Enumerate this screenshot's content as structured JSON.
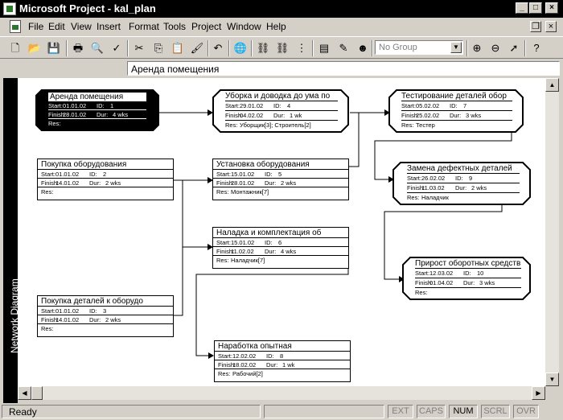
{
  "window": {
    "title": "Microsoft Project - kal_plan"
  },
  "menu": [
    "File",
    "Edit",
    "View",
    "Insert",
    "Format",
    "Tools",
    "Project",
    "Window",
    "Help"
  ],
  "toolbar": {
    "group_value": "No Group"
  },
  "entry_bar": {
    "value": "Аренда помещения"
  },
  "view_bar": {
    "label": "Network Diagram"
  },
  "labels": {
    "start": "Start:",
    "finish": "Finish:",
    "id": "ID:",
    "dur": "Dur:",
    "res": "Res:"
  },
  "tasks": [
    {
      "name": "Аренда помещения",
      "start": "01.01.02",
      "id": "1",
      "finish": "28.01.02",
      "dur": "4 wks",
      "res": "",
      "critical": true,
      "selected": true
    },
    {
      "name": "Уборка и доводка до ума по",
      "start": "29.01.02",
      "id": "4",
      "finish": "04.02.02",
      "dur": "1 wk",
      "res": "Уборщик[3]; Строитель[2]",
      "critical": true
    },
    {
      "name": "Тестирование деталей обор",
      "start": "05.02.02",
      "id": "7",
      "finish": "25.02.02",
      "dur": "3 wks",
      "res": "Тестер",
      "critical": true
    },
    {
      "name": "Покупка оборудования",
      "start": "01.01.02",
      "id": "2",
      "finish": "14.01.02",
      "dur": "2 wks",
      "res": "",
      "critical": false
    },
    {
      "name": "Установка оборудования",
      "start": "15.01.02",
      "id": "5",
      "finish": "28.01.02",
      "dur": "2 wks",
      "res": "Монтажник[7]",
      "critical": false
    },
    {
      "name": "Замена дефектных деталей",
      "start": "26.02.02",
      "id": "9",
      "finish": "11.03.02",
      "dur": "2 wks",
      "res": "Наладчик",
      "critical": true
    },
    {
      "name": "Наладка и комплектация об",
      "start": "15.01.02",
      "id": "6",
      "finish": "11.02.02",
      "dur": "4 wks",
      "res": "Наладчик[7]",
      "critical": false
    },
    {
      "name": "Прирост оборотных средств",
      "start": "12.03.02",
      "id": "10",
      "finish": "01.04.02",
      "dur": "3 wks",
      "res": "",
      "critical": true
    },
    {
      "name": "Покупка деталей к оборудо",
      "start": "01.01.02",
      "id": "3",
      "finish": "14.01.02",
      "dur": "2 wks",
      "res": "",
      "critical": false
    },
    {
      "name": "Наработка опытная",
      "start": "12.02.02",
      "id": "8",
      "finish": "18.02.02",
      "dur": "1 wk",
      "res": "Рабочий[2]",
      "critical": false
    }
  ],
  "status": {
    "text": "Ready",
    "indicators": [
      {
        "label": "EXT",
        "on": false
      },
      {
        "label": "CAPS",
        "on": false
      },
      {
        "label": "NUM",
        "on": true
      },
      {
        "label": "SCRL",
        "on": false
      },
      {
        "label": "OVR",
        "on": false
      }
    ]
  }
}
